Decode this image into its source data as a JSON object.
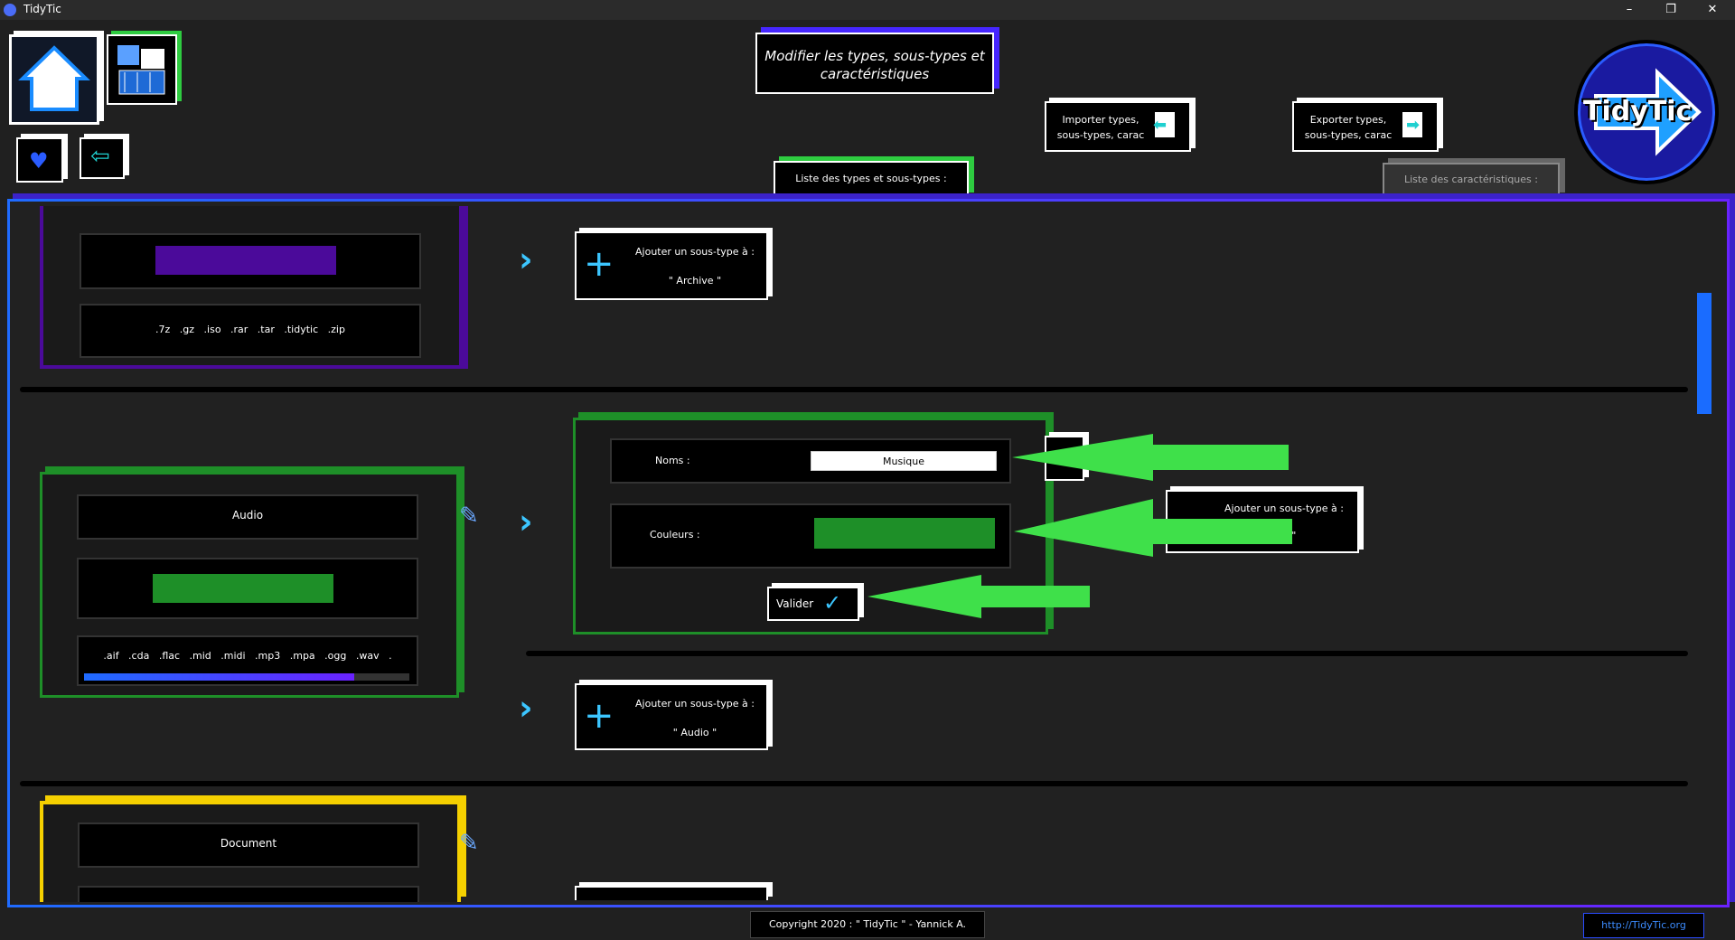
{
  "window": {
    "title": "TidyTic",
    "min": "–",
    "max": "❐",
    "close": "✕"
  },
  "header": {
    "title": "Modifier les types, sous-types et caractéristiques",
    "import_label": "Importer types, sous-types, carac",
    "export_label": "Exporter types, sous-types, carac",
    "tab_types": "Liste des types et sous-types :",
    "tab_carac": "Liste des caractéristiques :",
    "logo_text": "TidyTic"
  },
  "archive": {
    "extensions": ".7z   .gz   .iso   .rar   .tar   .tidytic   .zip",
    "add_line1": "Ajouter un sous-type à :",
    "add_line2": "\" Archive \"",
    "color": "#4b0a9a"
  },
  "audio": {
    "name": "Audio",
    "color": "#1e8f28",
    "extensions": ".aif   .cda   .flac   .mid   .midi   .mp3   .mpa   .ogg   .wav   .",
    "add_line1": "Ajouter un sous-type à :",
    "add_line2": "\" Audio \"",
    "scroll_progress": 0.83
  },
  "edit_form": {
    "names_label": "Noms :",
    "names_value": "Musique",
    "colors_label": "Couleurs :",
    "color_value": "#1e8f28",
    "validate_label": "Valider"
  },
  "hidden_add": {
    "line1": "Ajouter un sous-type à :",
    "line2": "ue \""
  },
  "document": {
    "name": "Document"
  },
  "footer": {
    "copyright": "Copyright 2020 : \" TidyTic \" - Yannick A.",
    "link": "http://TidyTic.org"
  }
}
